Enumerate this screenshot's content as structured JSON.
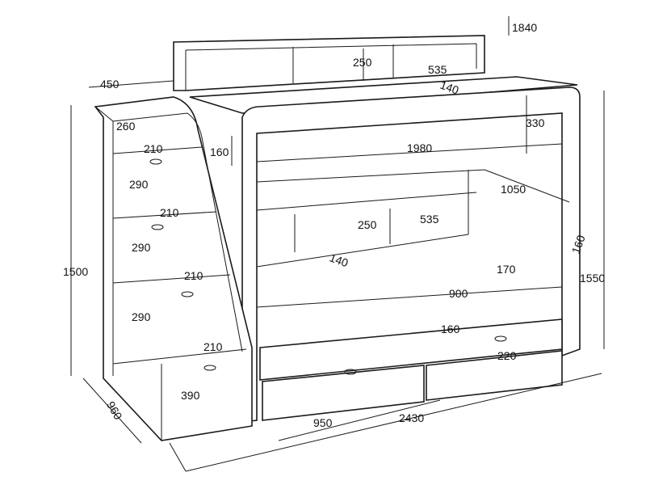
{
  "title": "Bunk bed with stair unit - dimensions (mm)",
  "dimensions": {
    "overall_height_top": "1840",
    "top_shelf_height": "250",
    "top_shelf_width": "535",
    "top_shelf_depth": "140",
    "stair_top_depth": "450",
    "stair_top_step": "260",
    "upper_rail_height": "330",
    "upper_inner_rail": "160",
    "upper_bed_length": "1980",
    "step_depth_1": "210",
    "step_height_1": "290",
    "upper_bed_width": "1050",
    "step_depth_2": "210",
    "mid_shelf_height": "250",
    "mid_shelf_width": "535",
    "step_height_2": "290",
    "side_rail": "160",
    "mid_shelf_depth": "140",
    "step_depth_3": "210",
    "lower_headboard": "170",
    "stair_height": "1500",
    "bed_height": "1550",
    "lower_bed_width": "900",
    "step_height_3": "290",
    "lower_rail": "160",
    "step_depth_4": "210",
    "drawer_height": "220",
    "stair_bottom_height": "390",
    "stair_depth": "960",
    "drawer_width": "950",
    "overall_length": "2430"
  }
}
